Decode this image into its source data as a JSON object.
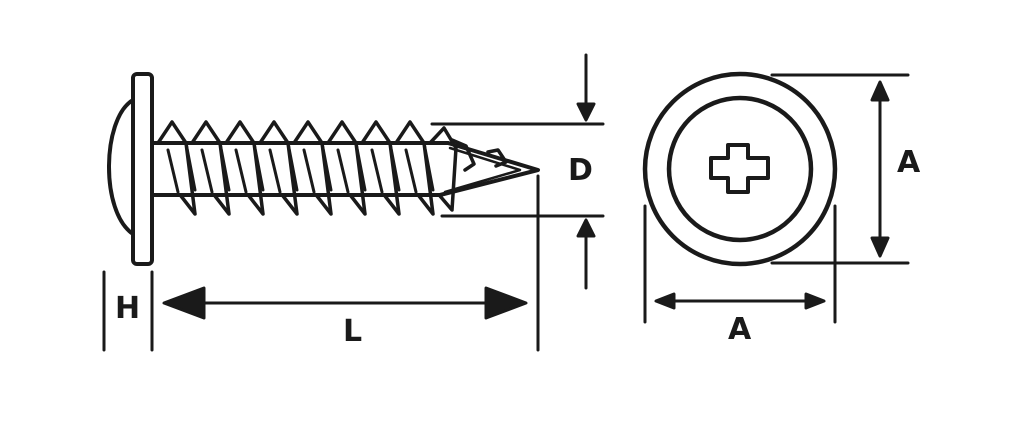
{
  "labels": {
    "head_height": "H",
    "length": "L",
    "diameter": "D",
    "head_diameter_vertical": "A",
    "head_diameter_horizontal": "A"
  },
  "colors": {
    "line": "#1a1a1a",
    "background": "#ffffff"
  },
  "icons": {
    "recess": "phillips-cross-icon"
  }
}
